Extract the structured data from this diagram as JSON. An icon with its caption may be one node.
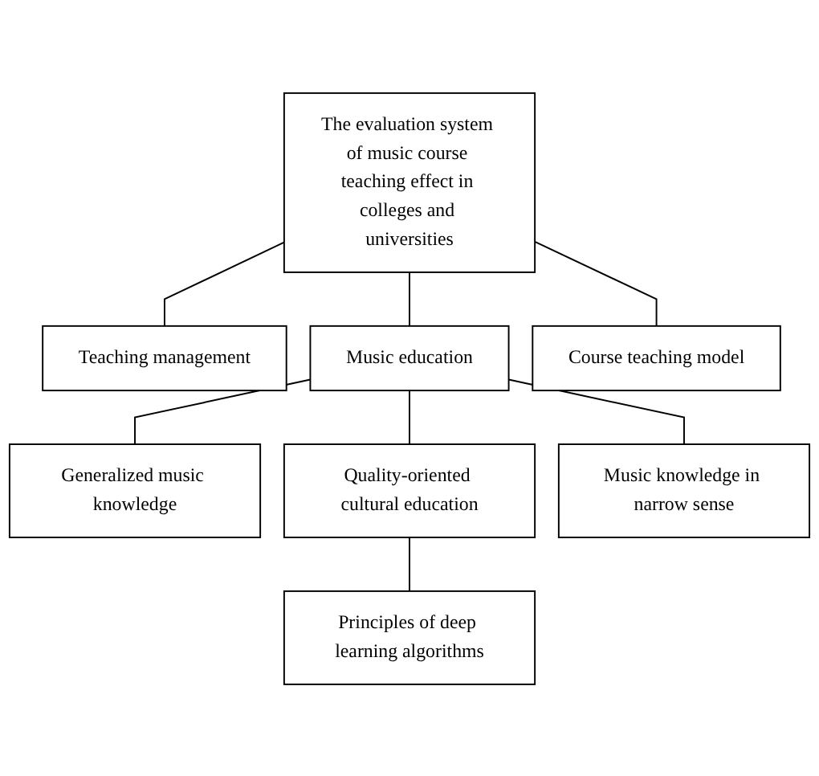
{
  "diagram": {
    "nodes": [
      {
        "text": [
          "The evaluation system of music course teaching effect in colleges and universities"
        ]
      },
      {
        "text": [
          "Teaching management"
        ]
      },
      {
        "text": [
          "Music education"
        ]
      },
      {
        "text": [
          "Course teaching model"
        ]
      },
      {
        "text": [
          "Generalized music knowledge"
        ]
      },
      {
        "text": [
          "Quality-oriented cultural education"
        ]
      },
      {
        "text": [
          "Music knowledge in narrow sense"
        ]
      },
      {
        "text": [
          "Principles of deep learning algorithms"
        ]
      }
    ],
    "edges": [
      {
        "from": 0,
        "to": 1,
        "arrow": "none"
      },
      {
        "from": 0,
        "to": 2,
        "arrow": "none"
      },
      {
        "from": 0,
        "to": 3,
        "arrow": "none"
      },
      {
        "from": 2,
        "to": 4,
        "arrow": "none"
      },
      {
        "from": 2,
        "to": 5,
        "arrow": "none"
      },
      {
        "from": 2,
        "to": 6,
        "arrow": "none"
      },
      {
        "from": 5,
        "to": 7,
        "arrow": "none"
      }
    ]
  }
}
